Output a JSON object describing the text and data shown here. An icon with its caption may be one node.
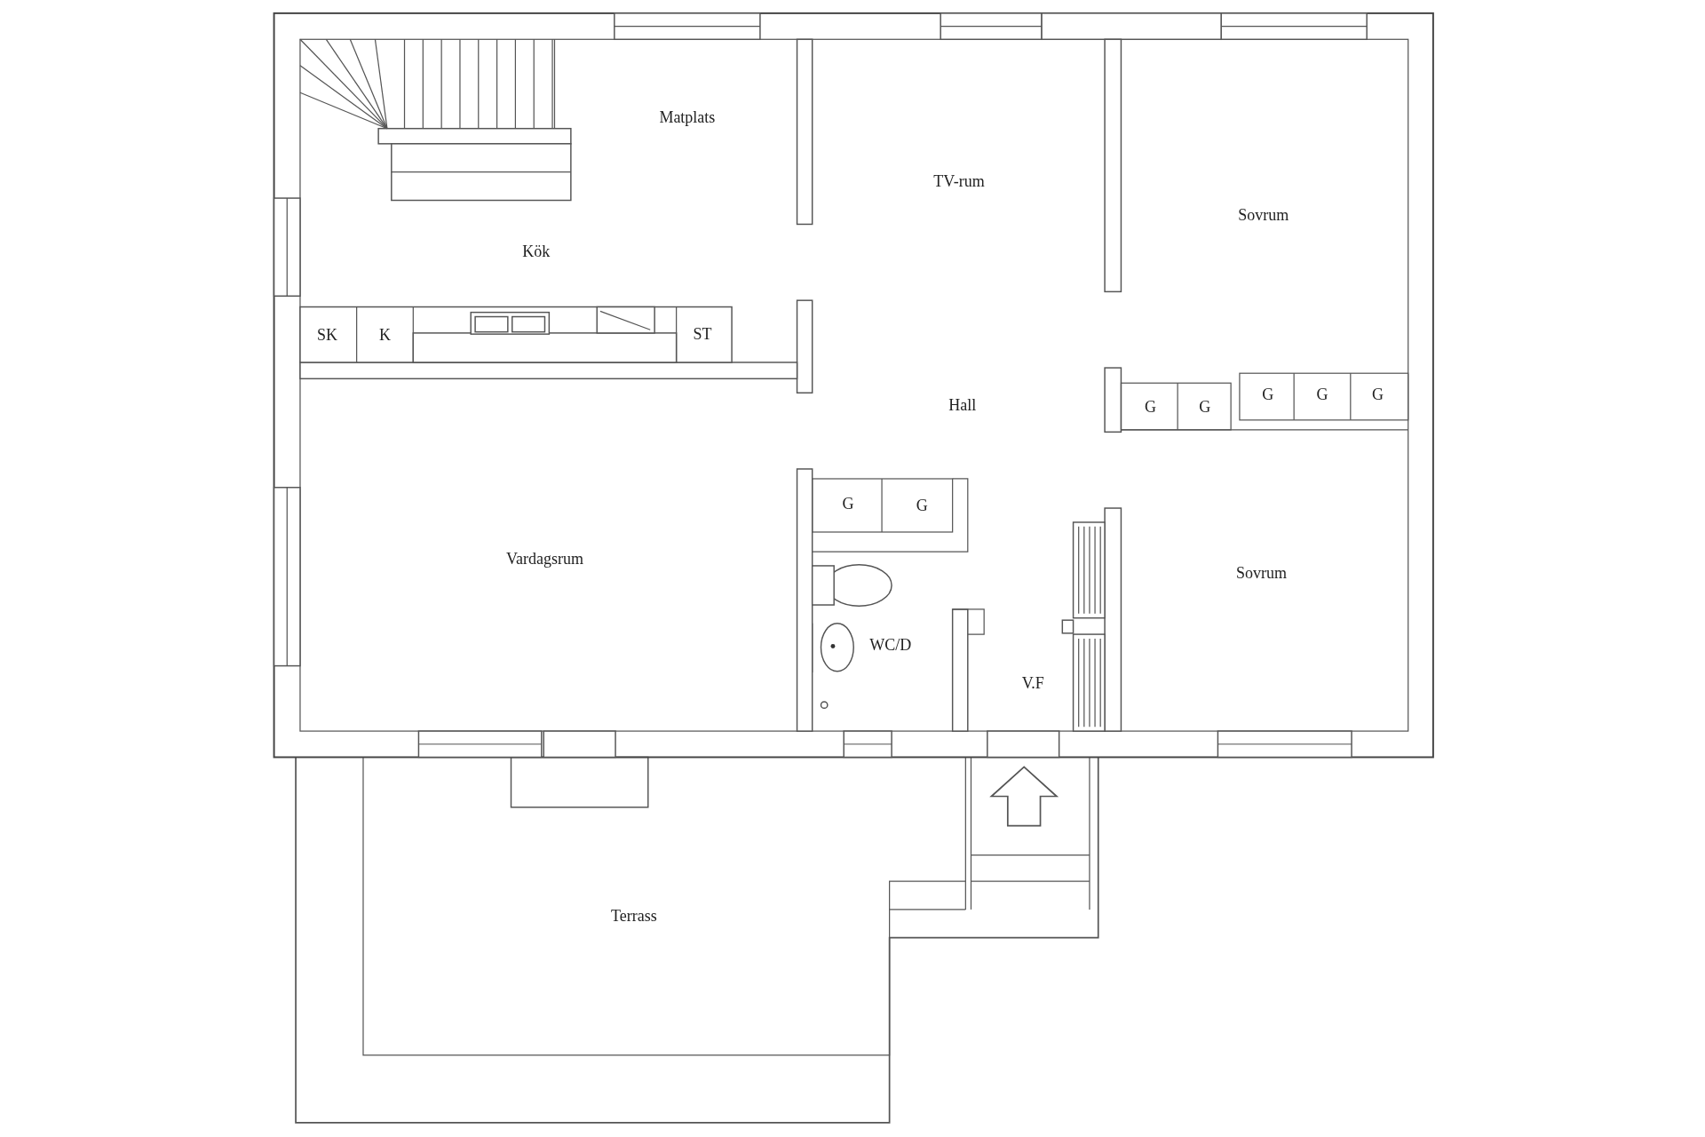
{
  "diagram": {
    "labels": [
      "Matplats",
      "TV-rum",
      "Sovrum",
      "Kök",
      "SK",
      "K",
      "ST",
      "Hall",
      "G",
      "G",
      "G",
      "G",
      "G",
      "G",
      "G",
      "Vardagsrum",
      "Sovrum",
      "WC/D",
      "V.F",
      "Terrass"
    ]
  }
}
